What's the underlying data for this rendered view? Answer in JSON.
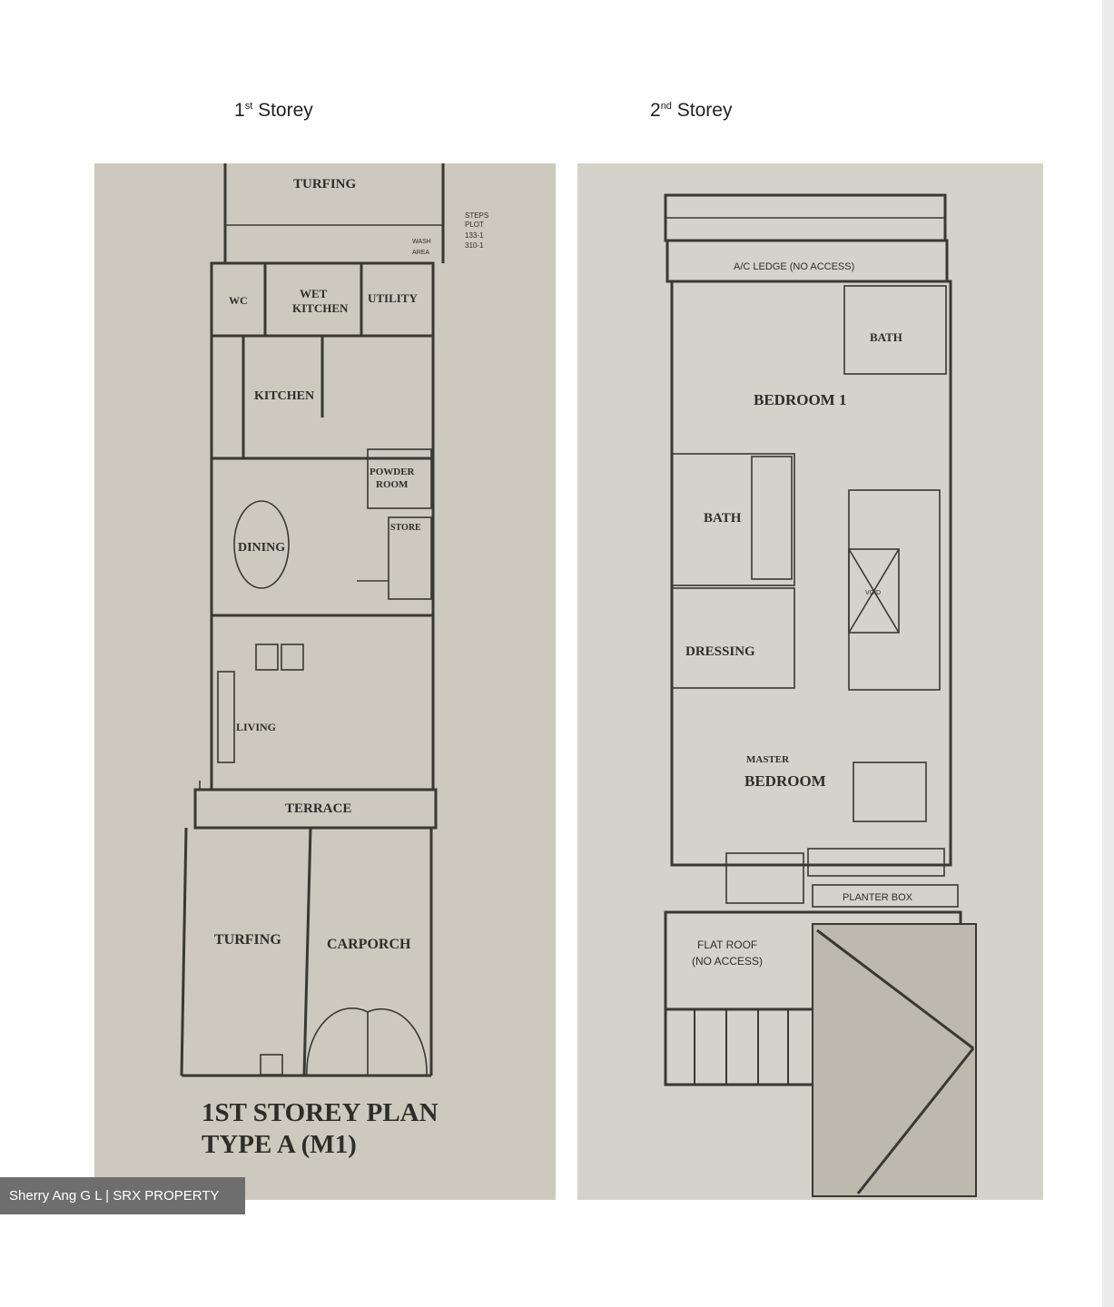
{
  "titles": {
    "first": {
      "base": "1",
      "sup": "st",
      "rest": " Storey"
    },
    "second": {
      "base": "2",
      "sup": "nd",
      "rest": " Storey"
    }
  },
  "first_storey": {
    "rooms": {
      "turfing_top": "TURFING",
      "steps": [
        "STEPS",
        "PLOT",
        "133-1",
        "310-1"
      ],
      "wash": [
        "WASH",
        "AREA"
      ],
      "wc": "WC",
      "wet_kitchen": [
        "WET",
        "KITCHEN"
      ],
      "utility": "UTILITY",
      "kitchen": "KITCHEN",
      "powder": [
        "POWDER",
        "ROOM"
      ],
      "store": "STORE",
      "dining": "DINING",
      "living": "LIVING",
      "terrace": "TERRACE",
      "turfing_bottom": "TURFING",
      "carporch": "CARPORCH"
    },
    "plan_title": [
      "1ST STOREY PLAN",
      "TYPE A (M1)"
    ]
  },
  "second_storey": {
    "rooms": {
      "ac_ledge": "A/C LEDGE (NO ACCESS)",
      "bath1": "BATH",
      "bedroom1": "BEDROOM 1",
      "bath2": "BATH",
      "dressing": "DRESSING",
      "void": "VOID",
      "master_top": "MASTER",
      "master": "BEDROOM",
      "planter": "PLANTER BOX",
      "flat_roof": [
        "FLAT ROOF",
        "(NO ACCESS)"
      ]
    }
  },
  "watermark": "Sherry Ang G L | SRX PROPERTY",
  "colors": {
    "paper_left": "#cdc9bf",
    "paper_right": "#d5d2c9",
    "ink": "#3a3833",
    "watermark_bg": "#6e6e6e"
  }
}
